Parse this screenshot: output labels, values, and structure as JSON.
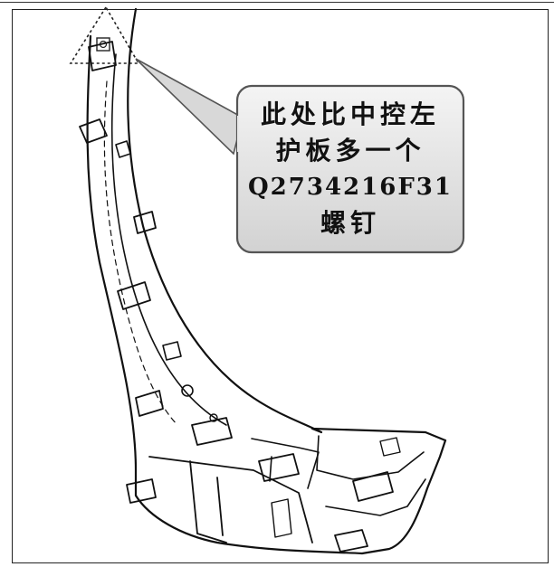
{
  "callout": {
    "lines": [
      "此处比中控左",
      "护板多一个",
      "Q2734216F31",
      "螺钉"
    ]
  }
}
